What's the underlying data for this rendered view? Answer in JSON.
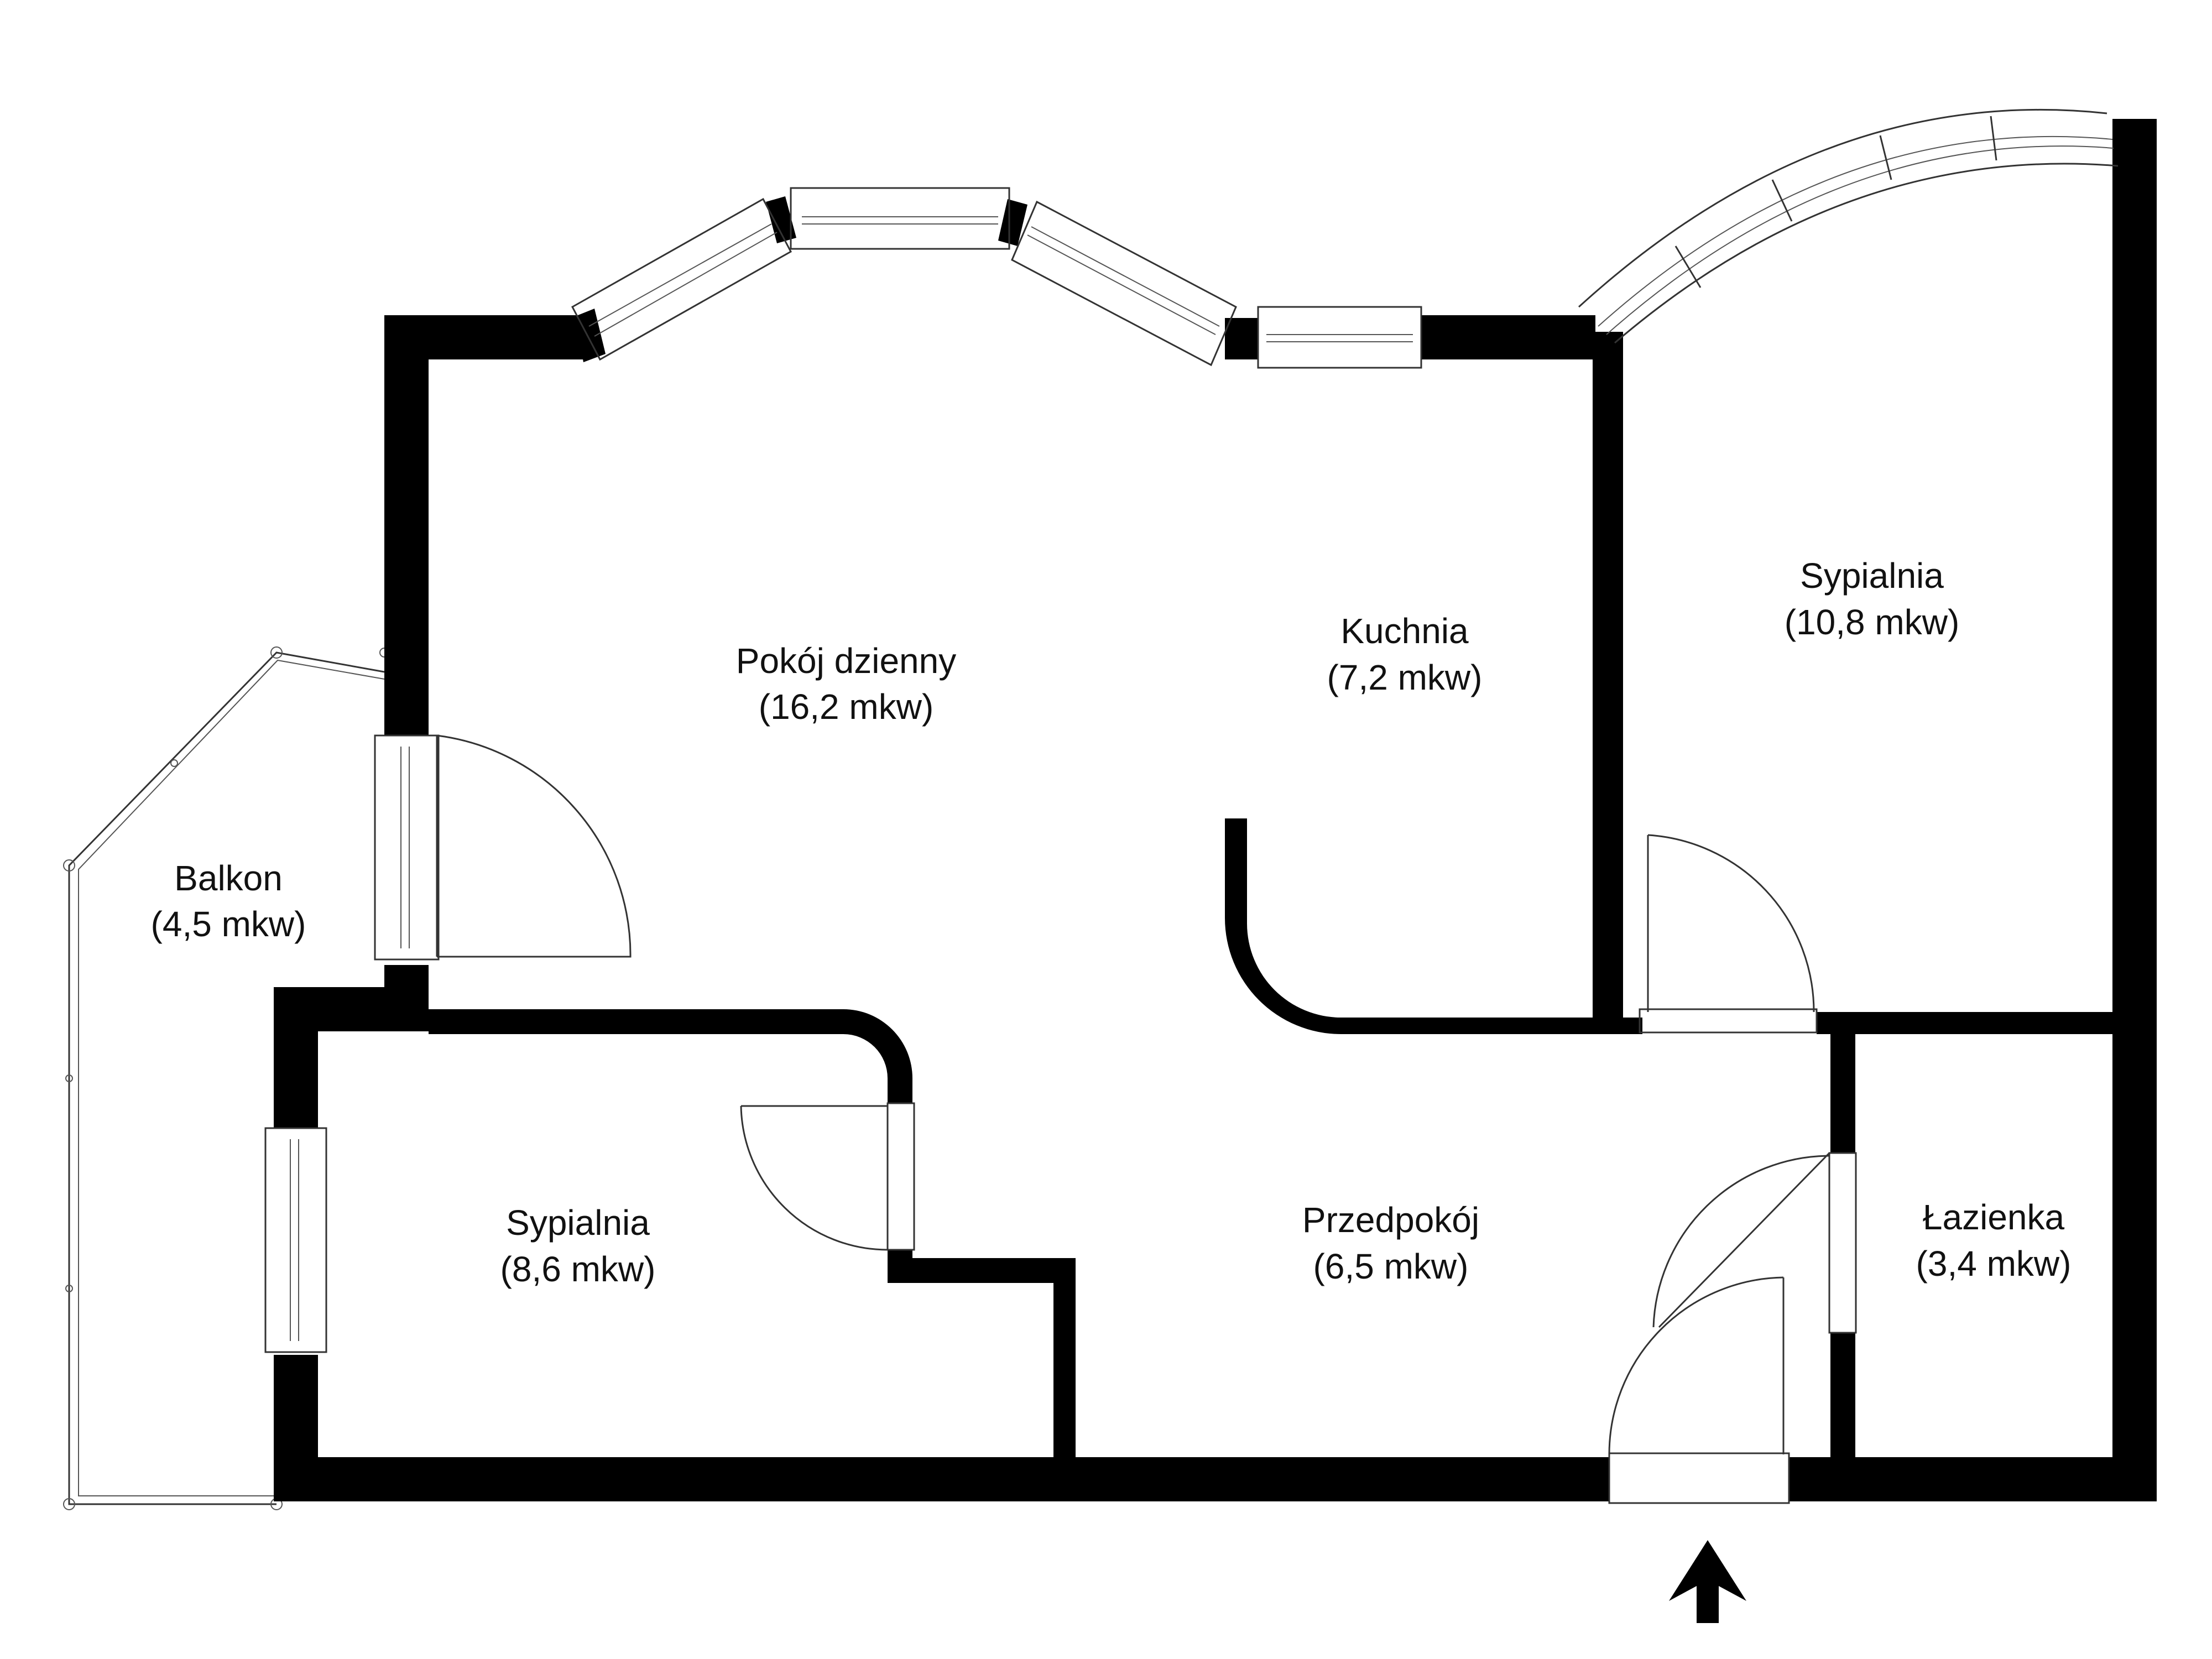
{
  "rooms": [
    {
      "id": "living",
      "name": "Pokój dzienny",
      "area": "(16,2 mkw)"
    },
    {
      "id": "kitchen",
      "name": "Kuchnia",
      "area": "(7,2 mkw)"
    },
    {
      "id": "bedroom-1",
      "name": "Sypialnia",
      "area": "(10,8 mkw)"
    },
    {
      "id": "balcony",
      "name": "Balkon",
      "area": "(4,5 mkw)"
    },
    {
      "id": "bedroom-2",
      "name": "Sypialnia",
      "area": "(8,6 mkw)"
    },
    {
      "id": "hall",
      "name": "Przedpokój",
      "area": "(6,5 mkw)"
    },
    {
      "id": "bathroom",
      "name": "Łazienka",
      "area": "(3,4 mkw)"
    }
  ],
  "colors": {
    "wall": "#000000",
    "line": "#333333",
    "background": "#ffffff"
  },
  "icons": {
    "entrance": "entrance-arrow-icon"
  }
}
